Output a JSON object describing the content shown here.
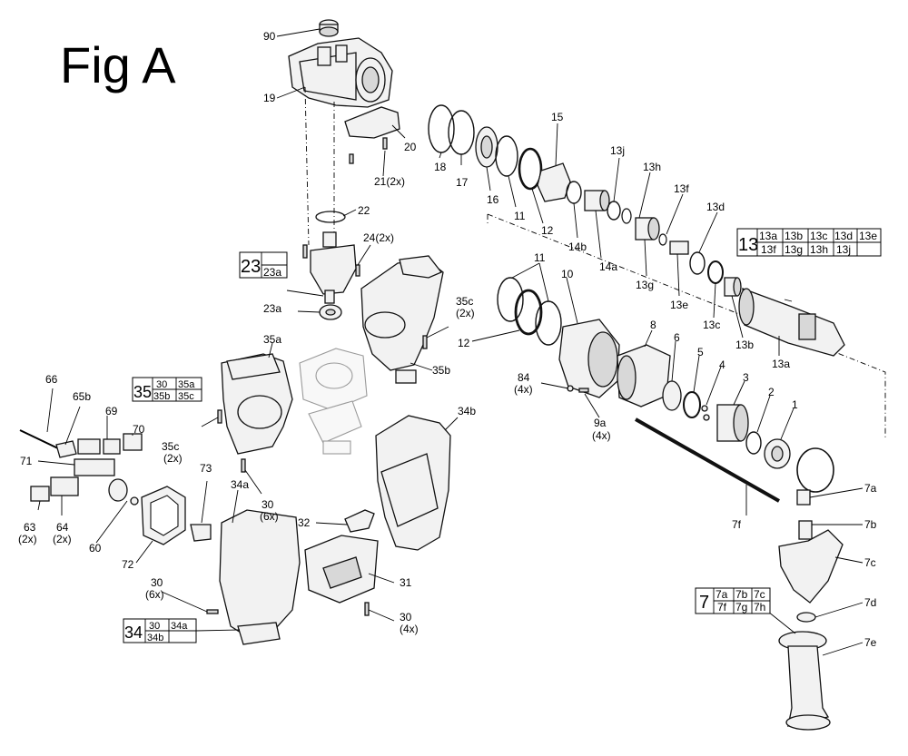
{
  "figure_title": "Fig A",
  "labels": {
    "p90": "90",
    "p19": "19",
    "p20": "20",
    "p21": "21(2x)",
    "p22": "22",
    "p24": "24(2x)",
    "p23a": "23a",
    "p35c_top": "35c",
    "p35c_top_q": "(2x)",
    "p35a": "35a",
    "p35b": "35b",
    "p35c_left": "35c",
    "p35c_left_q": "(2x)",
    "p30_6x_a": "30",
    "p30_6x_a_q": "(6x)",
    "p66": "66",
    "p65b": "65b",
    "p69": "69",
    "p70": "70",
    "p71": "71",
    "p73": "73",
    "p63": "63",
    "p63_q": "(2x)",
    "p64": "64",
    "p64_q": "(2x)",
    "p60": "60",
    "p72": "72",
    "p34a": "34a",
    "p34b": "34b",
    "p32": "32",
    "p31": "31",
    "p30_6x_b": "30",
    "p30_6x_b_q": "(6x)",
    "p30_4x": "30",
    "p30_4x_q": "(4x)",
    "p18": "18",
    "p17": "17",
    "p16": "16",
    "p11_top": "11",
    "p12_top": "12",
    "p15": "15",
    "p14b": "14b",
    "p14a": "14a",
    "p13j": "13j",
    "p13h": "13h",
    "p13g": "13g",
    "p13f": "13f",
    "p13e": "13e",
    "p13d": "13d",
    "p13c": "13c",
    "p13b": "13b",
    "p13a": "13a",
    "p11_mid": "11",
    "p12_mid": "12",
    "p10": "10",
    "p8": "8",
    "p6": "6",
    "p5": "5",
    "p4": "4",
    "p3": "3",
    "p2": "2",
    "p1": "1",
    "p84": "84",
    "p84_q": "(4x)",
    "p9a": "9a",
    "p9a_q": "(4x)",
    "p7f": "7f",
    "p7a": "7a",
    "p7b": "7b",
    "p7c": "7c",
    "p7d": "7d",
    "p7e": "7e"
  },
  "kits": {
    "k23": {
      "main": "23",
      "cells": [
        "23a"
      ]
    },
    "k35": {
      "main": "35",
      "cells": [
        "30",
        "35a",
        "35b",
        "35c"
      ]
    },
    "k13": {
      "main": "13",
      "cells": [
        "13a",
        "13b",
        "13c",
        "13d",
        "13e",
        "13f",
        "13g",
        "13h",
        "13j",
        ""
      ]
    },
    "k7": {
      "main": "7",
      "cells": [
        "7a",
        "7b",
        "7c",
        "7f",
        "7g",
        "7h"
      ]
    },
    "k34": {
      "main": "34",
      "cells": [
        "30",
        "34a",
        "34b",
        ""
      ]
    }
  }
}
